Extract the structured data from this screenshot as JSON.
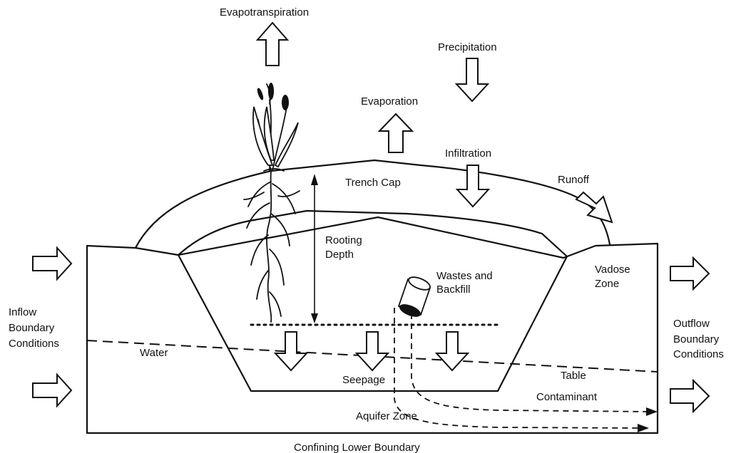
{
  "labels": {
    "evapotranspiration": "Evapotranspiration",
    "precipitation": "Precipitation",
    "evaporation": "Evaporation",
    "infiltration": "Infiltration",
    "runoff": "Runoff",
    "trench_cap": "Trench Cap",
    "rooting_depth_1": "Rooting",
    "rooting_depth_2": "Depth",
    "wastes_1": "Wastes and",
    "wastes_2": "Backfill",
    "vadose_1": "Vadose",
    "vadose_2": "Zone",
    "inflow_1": "Inflow",
    "inflow_2": "Boundary",
    "inflow_3": "Conditions",
    "outflow_1": "Outflow",
    "outflow_2": "Boundary",
    "outflow_3": "Conditions",
    "water": "Water",
    "table": "Table",
    "seepage": "Seepage",
    "contaminant": "Contaminant",
    "aquifer_zone": "Aquifer Zone",
    "confining_lower_boundary": "Confining Lower Boundary"
  }
}
